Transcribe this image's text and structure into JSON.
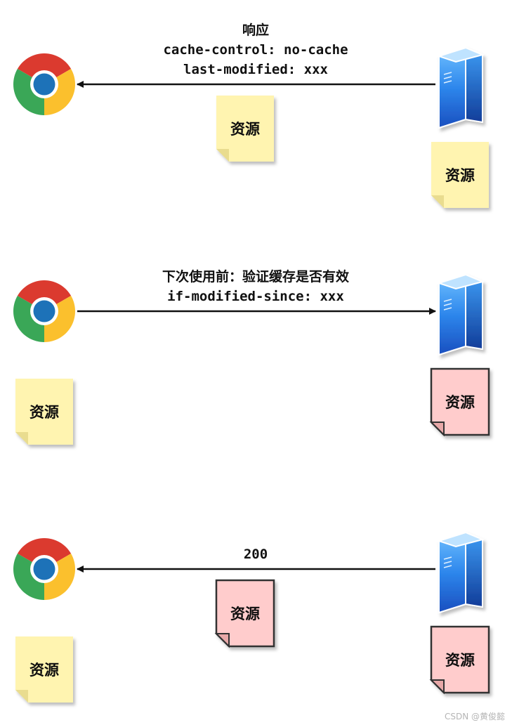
{
  "colors": {
    "note_yellow": "#fff4b0",
    "note_pink": "#ffcccc",
    "arrow": "#111111",
    "server_blue": "#1f7ae0"
  },
  "icons": {
    "browser": "chrome-browser-icon",
    "server": "server-tower-icon",
    "note": "document-note-icon"
  },
  "steps": [
    {
      "direction": "server-to-browser",
      "label_lines": [
        "响应",
        "cache-control: no-cache",
        "last-modified: xxx"
      ],
      "transit_note": {
        "text": "资源",
        "color": "yellow"
      },
      "browser_note": null,
      "server_note": {
        "text": "资源",
        "color": "yellow"
      }
    },
    {
      "direction": "browser-to-server",
      "label_lines": [
        "下次使用前：验证缓存是否有效",
        "if-modified-since: xxx"
      ],
      "transit_note": null,
      "browser_note": {
        "text": "资源",
        "color": "yellow"
      },
      "server_note": {
        "text": "资源",
        "color": "pink"
      }
    },
    {
      "direction": "server-to-browser",
      "label_lines": [
        "200"
      ],
      "transit_note": {
        "text": "资源",
        "color": "pink"
      },
      "browser_note": {
        "text": "资源",
        "color": "yellow"
      },
      "server_note": {
        "text": "资源",
        "color": "pink"
      }
    }
  ],
  "watermark": "CSDN @黄俊懿"
}
